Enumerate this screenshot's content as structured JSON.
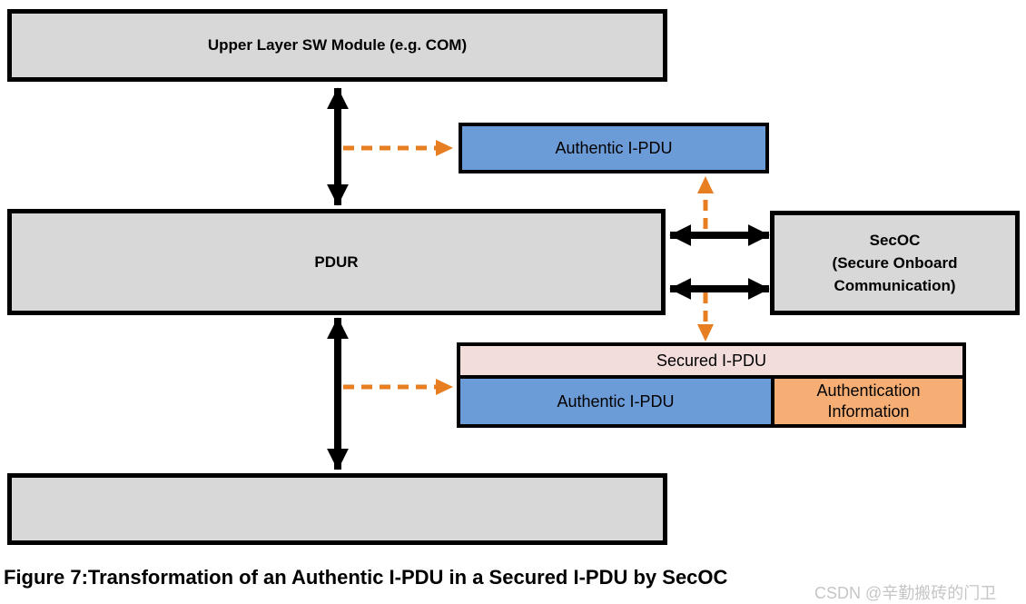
{
  "colors": {
    "box-gray": "#D8D8D8",
    "box-blue": "#6C9CD8",
    "box-pink": "#F2DDDB",
    "box-orange": "#F6AE74",
    "arrow-black": "#000000",
    "arrow-orange": "#E87E22",
    "watermark-gray": "#C6C6C6"
  },
  "boxes": {
    "upper_layer": "Upper Layer SW Module (e.g. COM)",
    "pdur": "PDUR",
    "secoc": "SecOC\n(Secure Onboard\nCommunication)",
    "authentic_ipdu": "Authentic I-PDU",
    "secured_ipdu": "Secured I-PDU",
    "secured_authentic_ipdu": "Authentic I-PDU",
    "authentication_info": "Authentication\nInformation"
  },
  "caption": "Figure 7:Transformation of an Authentic I-PDU in a Secured I-PDU by SecOC",
  "watermark": "CSDN @辛勤搬砖的门卫"
}
